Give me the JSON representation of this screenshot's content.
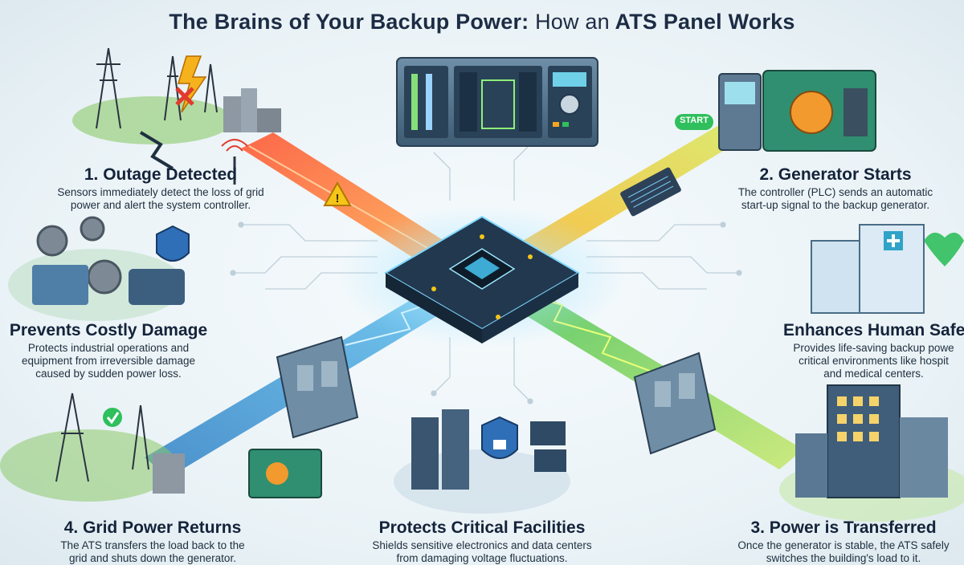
{
  "title": {
    "part1": "The Brains of Your Backup Power:",
    "part2": "How an",
    "part3": "ATS Panel Works"
  },
  "steps": [
    {
      "id": "outage",
      "heading": "1. Outage Detected",
      "lines": [
        "Sensors immediately detect the loss of grid",
        "power and alert the system controller."
      ]
    },
    {
      "id": "generator",
      "heading": "2. Generator Starts",
      "lines": [
        "The controller (PLC) sends an automatic",
        "start-up signal to the backup generator."
      ]
    },
    {
      "id": "transfer",
      "heading": "3. Power is Transferred",
      "lines": [
        "Once the generator is stable, the ATS safely",
        "switches the building's load to it."
      ]
    },
    {
      "id": "grid-return",
      "heading": "4. Grid Power Returns",
      "lines": [
        "The ATS transfers the load back to the",
        "grid and shuts down the generator."
      ]
    }
  ],
  "benefits": [
    {
      "id": "damage",
      "heading": "Prevents Costly Damage",
      "lines": [
        "Protects industrial operations and",
        "equipment from irreversible damage",
        "caused by sudden power loss."
      ]
    },
    {
      "id": "human",
      "heading": "Enhances Human Safe",
      "lines": [
        "Provides life-saving backup powe",
        "critical environments like hospit",
        "and medical centers."
      ]
    },
    {
      "id": "facilities",
      "heading": "Protects Critical Facilities",
      "lines": [
        "Shields sensitive electronics and data centers",
        "from damaging voltage fluctuations."
      ]
    }
  ],
  "labels": {
    "start_button": "START"
  },
  "colors": {
    "outage_beam": "#f26a2e",
    "generator_beam": "#f2c12e",
    "transfer_beam": "#5cc64a",
    "return_beam": "#4aa6de",
    "chip": "#2d4a66",
    "accent_green": "#2fbf5c",
    "warning": "#f5c518"
  }
}
